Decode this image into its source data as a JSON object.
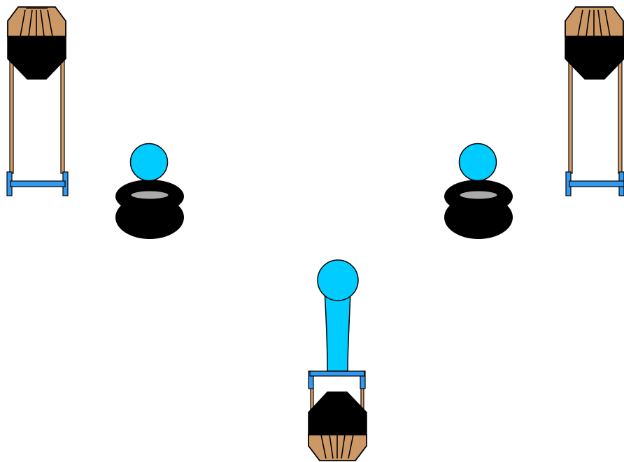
{
  "diagram": {
    "background": "#ffffff",
    "colors": {
      "outline": "#000000",
      "player": "#00ccff",
      "pad_tan": "#cc9966",
      "pad_tan_light": "#d9a877",
      "pad_black": "#000000",
      "frame_blue": "#3399ee",
      "frame_tan": "#d9a06b",
      "tire_black": "#000000",
      "tire_hole": "#aaaaaa"
    },
    "components": [
      {
        "kind": "sled",
        "id": "sled-top-left",
        "orientation": "pad-top"
      },
      {
        "kind": "sled",
        "id": "sled-top-right",
        "orientation": "pad-top"
      },
      {
        "kind": "sled",
        "id": "sled-bottom-center",
        "orientation": "pad-bottom"
      },
      {
        "kind": "tire-stack",
        "id": "tires-left"
      },
      {
        "kind": "tire-stack",
        "id": "tires-right"
      },
      {
        "kind": "player-standing",
        "id": "player-left"
      },
      {
        "kind": "player-standing",
        "id": "player-right"
      },
      {
        "kind": "player-pushing",
        "id": "player-center"
      }
    ]
  }
}
